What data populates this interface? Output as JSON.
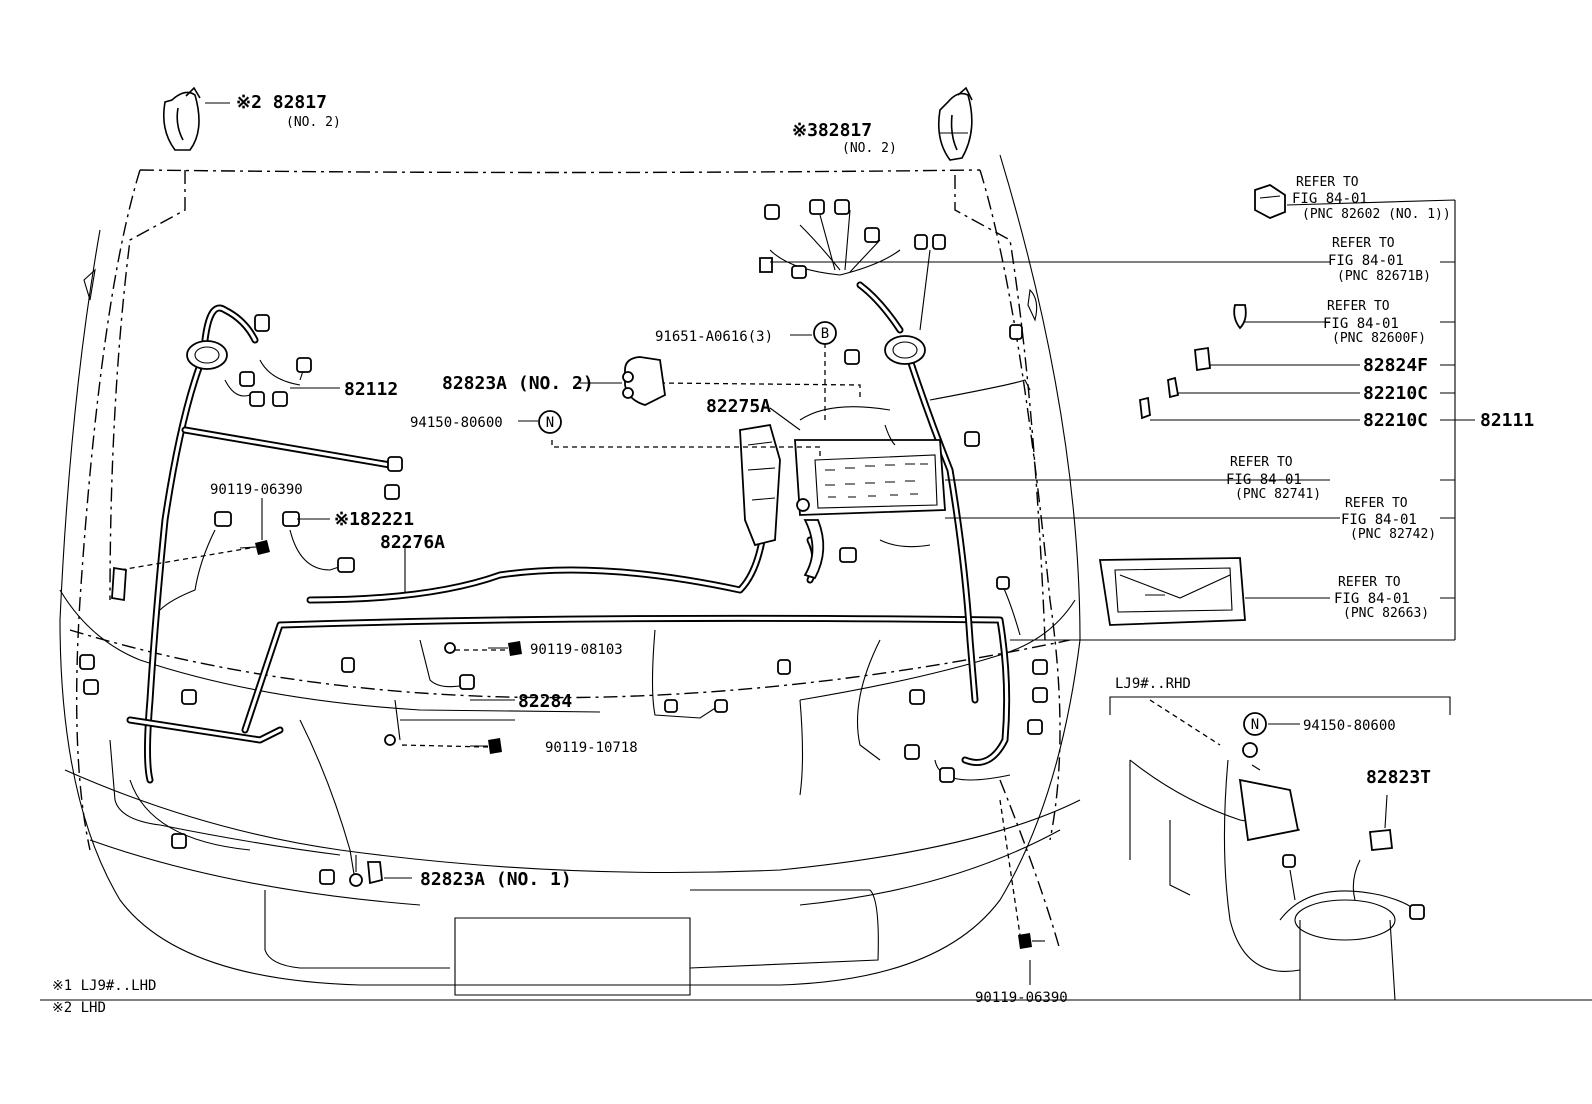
{
  "notes": {
    "note1": "※1 LJ9#..LHD",
    "note2": "※2 LHD"
  },
  "labels": {
    "p82817_left": "※2 82817",
    "p82817_left_sub": "(NO. 2)",
    "p82817_right": "※382817",
    "p82817_right_sub": "(NO. 2)",
    "p82112": "82112",
    "p91651": "91651-A0616(3)",
    "p82823A_no2": "82823A (NO. 2)",
    "p82275A": "82275A",
    "p94150_top": "94150-80600",
    "p90119_06390_top": "90119-06390",
    "p82221": "※182221",
    "p82276A": "82276A",
    "p90119_08103": "90119-08103",
    "p82284": "82284",
    "p90119_10718": "90119-10718",
    "p82823A_no1": "82823A (NO. 1)",
    "p90119_06390_bottom": "90119-06390",
    "p82824F": "82824F",
    "p82210C_a": "82210C",
    "p82210C_b": "82210C",
    "p82111": "82111",
    "p94150_inset": "94150-80600",
    "p82823T": "82823T",
    "inset_title": "LJ9#..RHD",
    "badge_b": "B",
    "badge_n_top": "N",
    "badge_n_inset": "N"
  },
  "refers": [
    {
      "l1": "REFER TO",
      "l2": "FIG 84-01",
      "l3": "(PNC 82602 (NO. 1))"
    },
    {
      "l1": "REFER TO",
      "l2": "FIG 84-01",
      "l3": "(PNC 82671B)"
    },
    {
      "l1": "REFER TO",
      "l2": "FIG 84-01",
      "l3": "(PNC 82600F)"
    },
    {
      "l1": "REFER TO",
      "l2": "FIG 84-01",
      "l3": "(PNC 82741)"
    },
    {
      "l1": "REFER TO",
      "l2": "FIG 84-01",
      "l3": "(PNC 82742)"
    },
    {
      "l1": "REFER TO",
      "l2": "FIG 84-01",
      "l3": "(PNC 82663)"
    }
  ]
}
